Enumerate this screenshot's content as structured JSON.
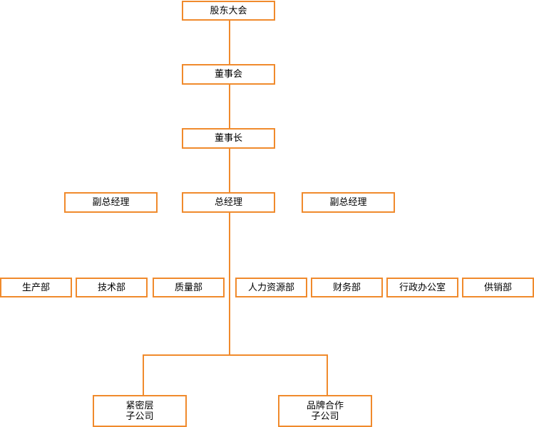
{
  "org_chart": {
    "colors": {
      "border": "#f08a2c",
      "line": "#f08a2c",
      "text": "#000000"
    },
    "shareholders_meeting": "股东大会",
    "board_of_directors": "董事会",
    "chairman": "董事长",
    "general_manager": "总经理",
    "deputy_left": "副总经理",
    "deputy_right": "副总经理",
    "departments": [
      "生产部",
      "技术部",
      "质量部",
      "人力资源部",
      "财务部",
      "行政办公室",
      "供销部"
    ],
    "subsidiary_left": {
      "line1": "紧密层",
      "line2": "子公司"
    },
    "subsidiary_right": {
      "line1": "品牌合作",
      "line2": "子公司"
    }
  }
}
